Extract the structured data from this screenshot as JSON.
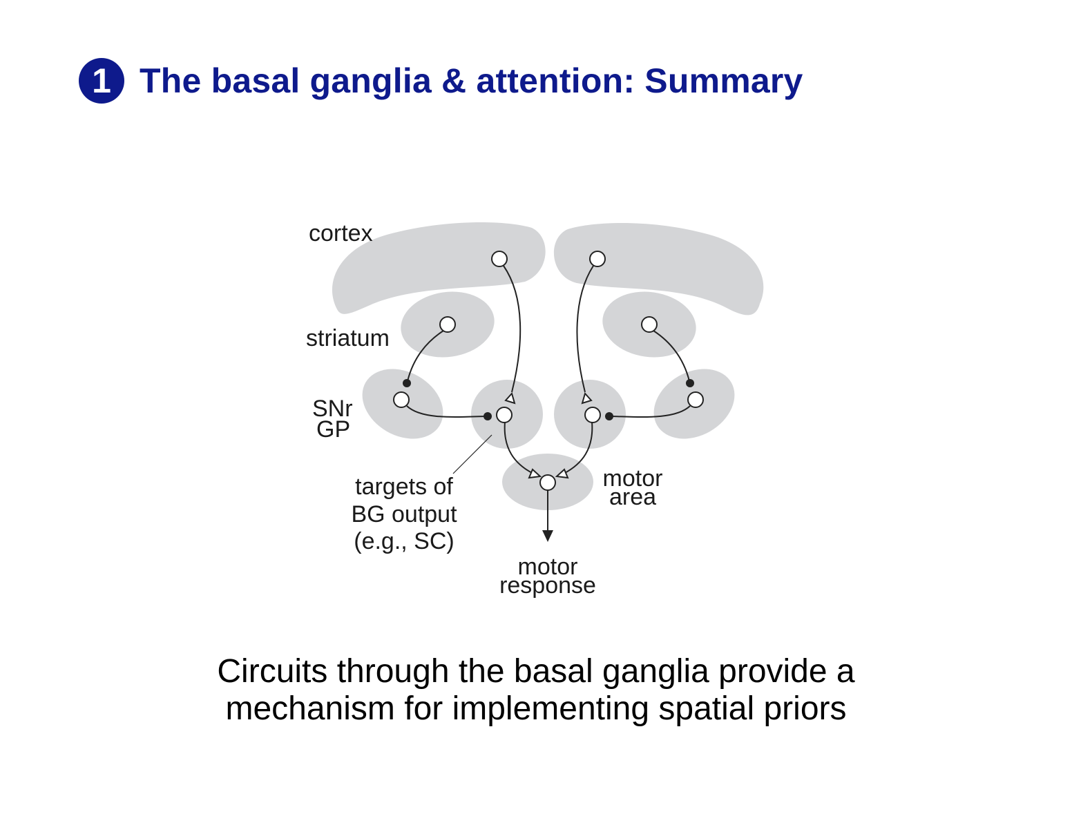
{
  "header": {
    "badge": "1",
    "title": "The basal ganglia & attention: Summary"
  },
  "diagram": {
    "labels": {
      "cortex": "cortex",
      "striatum": "striatum",
      "snr": "SNr",
      "gp": "GP",
      "targets_line1": "targets of",
      "targets_line2": "BG output",
      "targets_line3": "(e.g., SC)",
      "motor_area_line1": "motor",
      "motor_area_line2": "area",
      "motor_response_line1": "motor",
      "motor_response_line2": "response"
    },
    "colors": {
      "region_fill": "#d4d5d7",
      "line": "#222222"
    }
  },
  "caption": {
    "line1": "Circuits through the basal ganglia provide a",
    "line2": "mechanism for implementing spatial priors"
  }
}
